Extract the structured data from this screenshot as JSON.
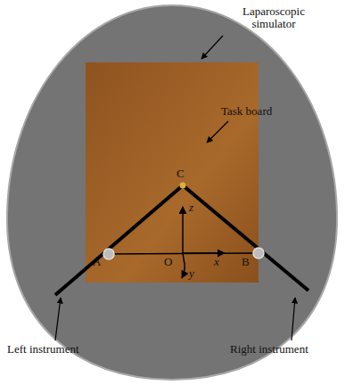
{
  "diagram": {
    "labels": [
      "Laparoscopic simulator",
      "Task board",
      "C",
      "A",
      "O",
      "B",
      "z",
      "x",
      "y",
      "Left instrument",
      "Right instrument"
    ]
  }
}
